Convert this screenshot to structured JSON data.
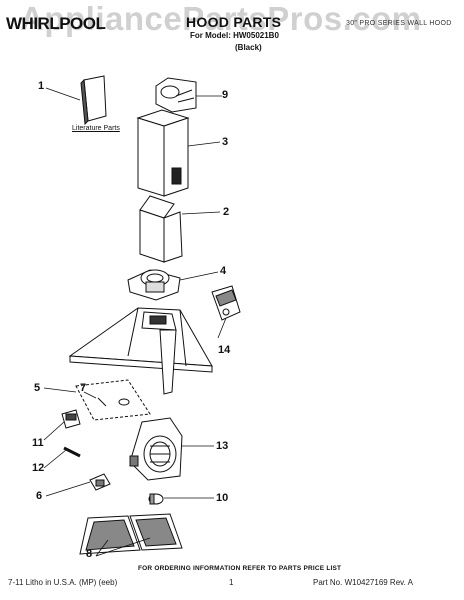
{
  "header": {
    "brand": "WHIRLPOOL",
    "watermark": "AppliancePartsPros.com",
    "title": "HOOD PARTS",
    "model_line": "For Model: HW05021B0",
    "color": "(Black)",
    "type_line": "30\" PRO SERIES WALL HOOD"
  },
  "labels": {
    "literature": "Literature Parts"
  },
  "callouts": [
    "1",
    "2",
    "3",
    "4",
    "5",
    "6",
    "7",
    "8",
    "9",
    "10",
    "11",
    "12",
    "13",
    "14"
  ],
  "footer": {
    "order_note": "FOR ORDERING INFORMATION REFER TO PARTS PRICE LIST",
    "left": "7-11 Litho in U.S.A. (MP) (eeb)",
    "page": "1",
    "part_no": "Part No. W10427169 Rev. A"
  }
}
